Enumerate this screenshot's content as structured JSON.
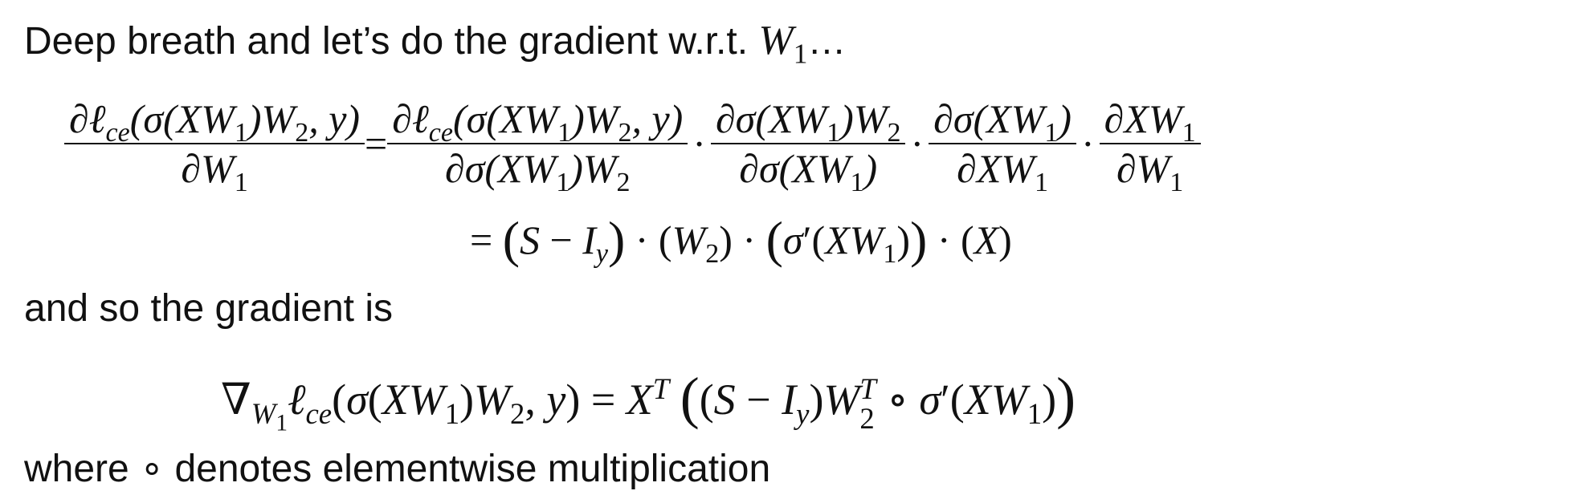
{
  "intro": {
    "text": "Deep breath and let’s do the gradient w.r.t.",
    "var": "W",
    "sub": "1",
    "ellipsis": "…"
  },
  "equation1": {
    "lhs": {
      "num": "∂ℓce(σ(XW1)W2, y)",
      "den": "∂W1"
    },
    "eq": "=",
    "terms": [
      {
        "num": "∂ℓce(σ(XW1)W2, y)",
        "den": "∂σ(XW1)W2"
      },
      {
        "num": "∂σ(XW1)W2",
        "den": "∂σ(XW1)"
      },
      {
        "num": "∂σ(XW1)",
        "den": "∂XW1"
      },
      {
        "num": "∂XW1",
        "den": "∂W1"
      }
    ],
    "dot": "·",
    "second_line": "= (S − Iy) · (W2) · (σ′(XW1)) · (X)"
  },
  "mid_text": "and so the gradient is",
  "equation2": "∇W1 ℓce(σ(XW1)W2, y) = X^T ((S − Iy)W2^T ∘ σ′(XW1))",
  "outro": "where ∘ denotes elementwise multiplication"
}
